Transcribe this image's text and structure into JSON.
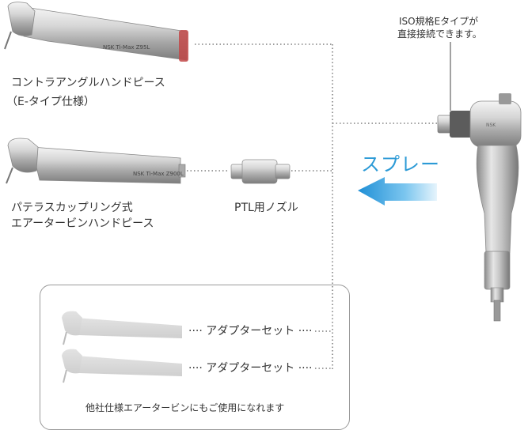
{
  "iso_note": [
    "ISO規格Eタイプが",
    "直接接続できます。"
  ],
  "contra_angle": {
    "label": [
      "コントラアングルハンドピース",
      "（E-タイプ仕様）"
    ],
    "engraving": "NSK  Ti-Max  Z95L"
  },
  "turbine": {
    "label": [
      "パテラスカップリング式",
      "エアータービンハンドピース"
    ],
    "engraving": "NSK  Ti-Max  Z900L"
  },
  "nozzle": {
    "label": "PTL用ノズル"
  },
  "spray": {
    "label": "スプレー",
    "arrow_color": "#2c9ad6"
  },
  "adapters": {
    "items": [
      "···· アダプターセット ····",
      "···· アダプターセット ····"
    ],
    "caption": "他社仕様エアータービンにもご使用になれます"
  }
}
